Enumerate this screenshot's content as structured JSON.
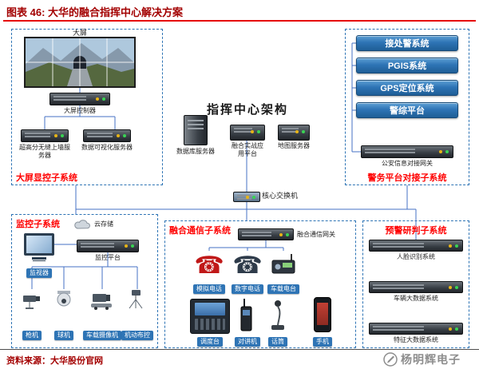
{
  "header": {
    "title": "图表 46: 大华的融合指挥中心解决方案"
  },
  "footer": {
    "source": "资料来源：大华股份官网",
    "watermark": "杨明辉电子"
  },
  "architecture": {
    "title": "指挥中心架构",
    "servers": [
      "数据库服务器",
      "融合实战应用平台",
      "地图服务器"
    ],
    "core_switch": "核心交换机"
  },
  "display_subsystem": {
    "name": "大屏显控子系统",
    "screen": "大屏",
    "controller": "大屏控制器",
    "devices": [
      "超高分无缝上墙服务器",
      "数据可视化服务器"
    ]
  },
  "police_subsystem": {
    "name": "警务平台对接子系统",
    "systems": [
      "接处警系统",
      "PGIS系统",
      "GPS定位系统",
      "警综平台"
    ],
    "gateway": "公安信息对接网关"
  },
  "monitor_subsystem": {
    "name": "监控子系统",
    "storage": "云存储",
    "monitor": "监视器",
    "platform": "监控平台",
    "cameras": [
      "枪机",
      "球机",
      "车载摄像机",
      "机动布控"
    ]
  },
  "comm_subsystem": {
    "name": "融合通信子系统",
    "gateway": "融合通信网关",
    "devices_row1": [
      "模拟电话",
      "数字电话",
      "车载电台"
    ],
    "devices_row2": [
      "调度台",
      "对讲机",
      "话筒",
      "手机"
    ]
  },
  "warning_subsystem": {
    "name": "预警研判子系统",
    "systems": [
      "人脸识别系统",
      "车辆大数据系统",
      "特征大数据系统"
    ]
  },
  "icons": {
    "analog_phone": "☎",
    "digital_phone": "☎"
  },
  "colors": {
    "accent_red": "#a30000",
    "label_red": "#ff0000",
    "box_blue": "#2e74b5",
    "button_blue": "#1f5e96",
    "line_blue": "#4472c4"
  }
}
